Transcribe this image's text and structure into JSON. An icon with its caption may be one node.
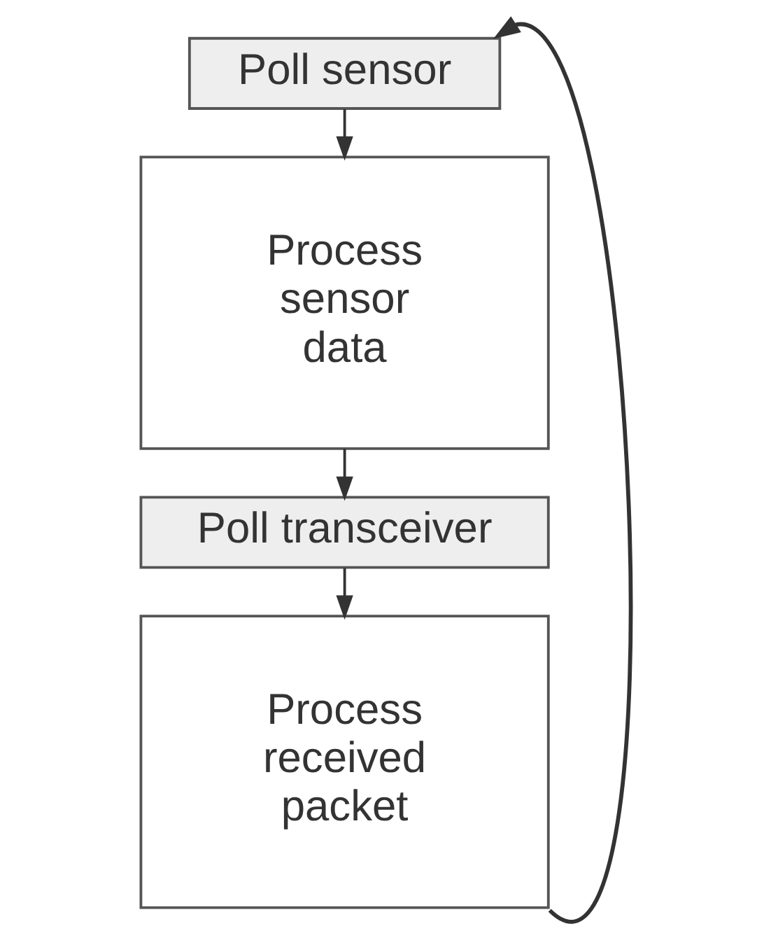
{
  "diagram": {
    "nodes": [
      {
        "text": [
          "Poll sensor"
        ]
      },
      {
        "text": [
          "Process sensor data"
        ]
      },
      {
        "text": [
          "Poll transceiver"
        ]
      },
      {
        "text": [
          "Process received packet"
        ]
      }
    ],
    "edges": [
      {
        "from": 0,
        "to": 1,
        "arrow": "to"
      },
      {
        "from": 1,
        "to": 2,
        "arrow": "to"
      },
      {
        "from": 2,
        "to": 3,
        "arrow": "to"
      },
      {
        "from": 3,
        "to": 0,
        "arrow": "to"
      }
    ]
  }
}
